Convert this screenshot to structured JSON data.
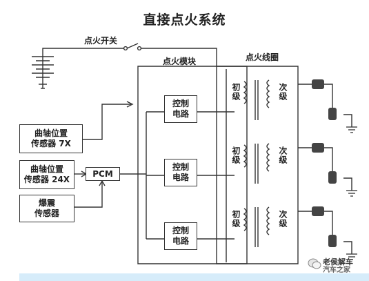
{
  "title": "直接点火系统",
  "labels": {
    "ignition_switch": "点火开关",
    "ignition_module": "点火模块",
    "ignition_coil": "点火线圈"
  },
  "inputs": {
    "crank_sensor_7x": [
      "曲轴位置",
      "传感器 7X"
    ],
    "crank_sensor_24x": [
      "曲轴位置",
      "传感器 24X"
    ],
    "knock_sensor": [
      "爆震",
      "传感器"
    ]
  },
  "pcm": "PCM",
  "control_circuit": [
    "控制",
    "电路"
  ],
  "coil_primary": "初级",
  "coil_secondary": "次级",
  "watermark": [
    "老侯解车",
    "汽车之家"
  ]
}
